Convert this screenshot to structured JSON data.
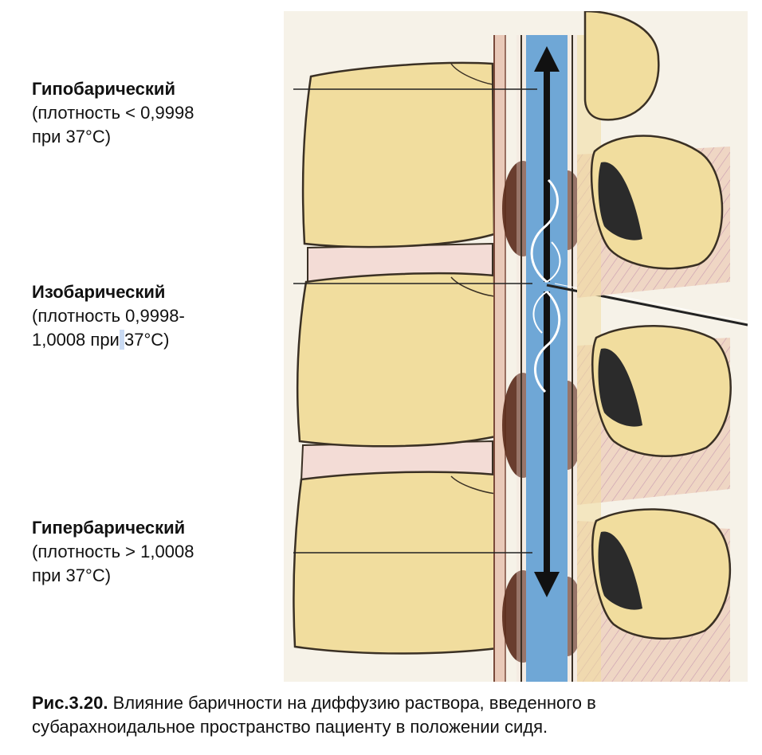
{
  "labels": {
    "hypobaric": {
      "title": "Гипобарический",
      "line1": "(плотность < 0,9998",
      "line2": "при 37°C)"
    },
    "isobaric": {
      "title": "Изобарический",
      "line1": "(плотность 0,9998-",
      "line2_a": "1,0008 при",
      "line2_hl": " ",
      "line2_b": "37°C)"
    },
    "hyperbaric": {
      "title": "Гипербарический",
      "line1": "(плотность > 1,0008",
      "line2": "при 37°C)"
    }
  },
  "caption": {
    "figure_ref": "Рис.3.20.",
    "text": " Влияние баричности на диффузию раствора, введенного в субарахноидальное пространство пациенту в положении сидя."
  },
  "colors": {
    "bone": "#f1dd9e",
    "bone_outline": "#3a3024",
    "disc": "#f3dcd6",
    "csf": "#6fa7d6",
    "flow_arrow": "#111111",
    "ligament": "#e8c8b0",
    "vein": "#5a2a1a",
    "canvas_bg": "#f6f2e8"
  }
}
